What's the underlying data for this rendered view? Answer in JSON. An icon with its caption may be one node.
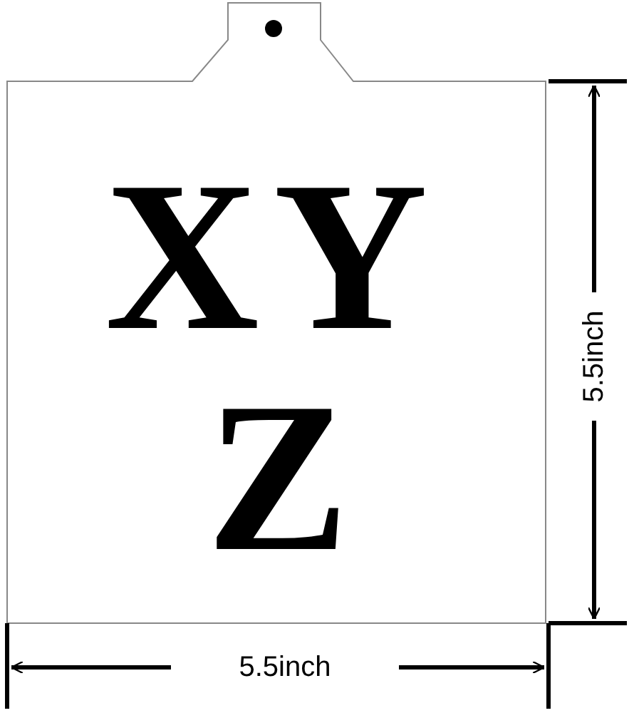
{
  "diagram": {
    "labels": [
      "XY",
      "Z",
      "5.5inch",
      "5.5inch"
    ]
  }
}
